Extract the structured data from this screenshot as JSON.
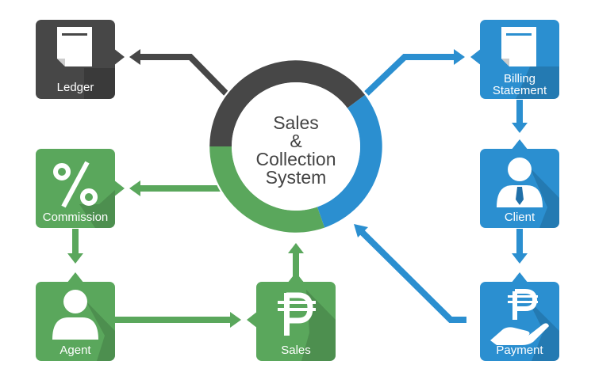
{
  "center": {
    "lines": [
      "Sales",
      "&",
      "Collection",
      "System"
    ]
  },
  "nodes": {
    "ledger": {
      "label": "Ledger",
      "icon": "document-icon"
    },
    "billing": {
      "label_lines": [
        "Billing",
        "Statement"
      ],
      "icon": "document-icon"
    },
    "client": {
      "label": "Client",
      "icon": "businessman-icon"
    },
    "payment": {
      "label": "Payment",
      "icon": "peso-hand-icon"
    },
    "commission": {
      "label": "Commission",
      "icon": "percent-icon"
    },
    "agent": {
      "label": "Agent",
      "icon": "person-icon"
    },
    "sales": {
      "label": "Sales",
      "icon": "peso-icon"
    }
  },
  "colors": {
    "dark": "#474747",
    "blue": "#2b8fd0",
    "green": "#5aa75c"
  }
}
